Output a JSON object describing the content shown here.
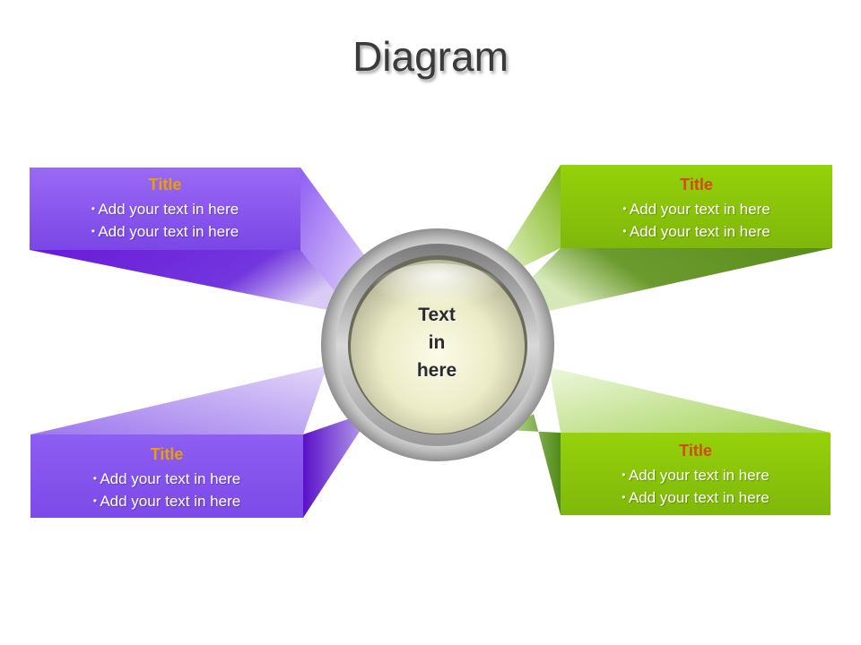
{
  "slide_title": "Diagram",
  "colors": {
    "purple": "#8a5cf0",
    "purple_dark": "#6210d2",
    "green": "#8fca0a",
    "green_dark": "#5f8f1e",
    "purple_title": "#e8a000",
    "green_title": "#d34a12"
  },
  "panels": [
    {
      "title": "Title",
      "lines": [
        "Add your text in here",
        "Add your text in here"
      ]
    },
    {
      "title": "Title",
      "lines": [
        "Add your text in here",
        "Add your text in here"
      ]
    },
    {
      "title": "Title",
      "lines": [
        "Add your text in here",
        "Add your text in here"
      ]
    },
    {
      "title": "Title",
      "lines": [
        "Add your text in here",
        "Add your text in here"
      ]
    }
  ],
  "center": {
    "lines": [
      "Text",
      "in",
      "here"
    ]
  }
}
